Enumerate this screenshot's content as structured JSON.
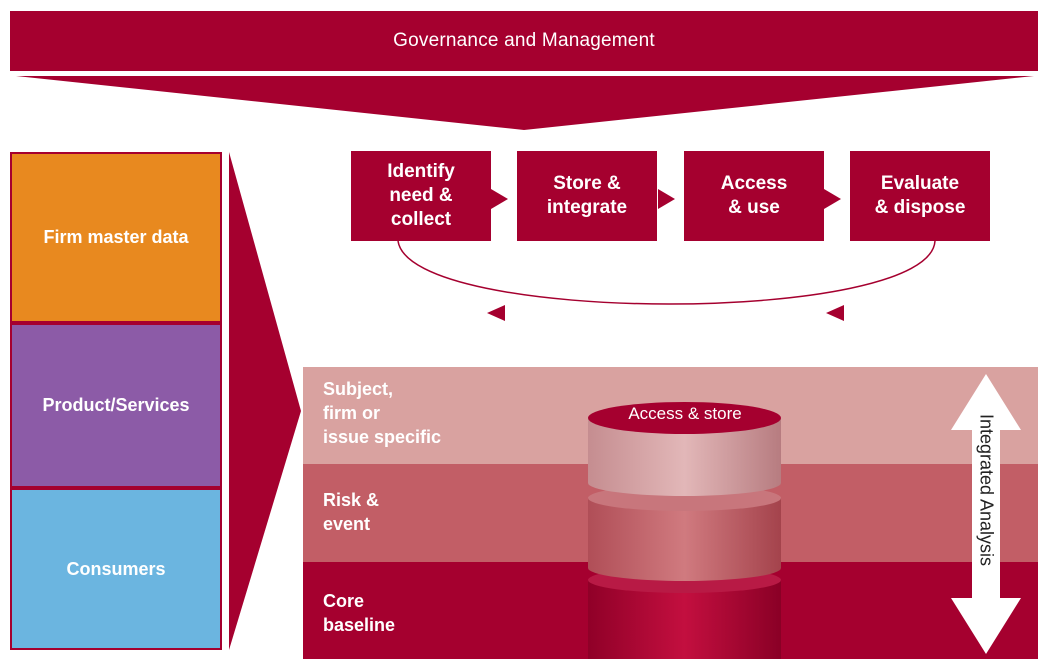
{
  "header": {
    "title": "Governance and Management"
  },
  "categories": [
    {
      "label": "Firm master data",
      "color": "#e8891f"
    },
    {
      "label": "Product/Services",
      "color": "#8c5ba7"
    },
    {
      "label": "Consumers",
      "color": "#6bb5e0"
    }
  ],
  "lifecycle": {
    "steps": [
      {
        "label": "Identify\nneed &\ncollect"
      },
      {
        "label": "Store &\nintegrate"
      },
      {
        "label": "Access\n& use"
      },
      {
        "label": "Evaluate\n& dispose"
      }
    ]
  },
  "layers": [
    {
      "label": "Subject,\nfirm or\nissue specific",
      "color": "#d9a2a0"
    },
    {
      "label": "Risk &\nevent",
      "color": "#c25e66"
    },
    {
      "label": "Core\nbaseline",
      "color": "#a5002f"
    }
  ],
  "cylinder": {
    "label": "Access & store"
  },
  "axis": {
    "label": "Integrated Analysis"
  },
  "colors": {
    "brand": "#a5002f"
  }
}
